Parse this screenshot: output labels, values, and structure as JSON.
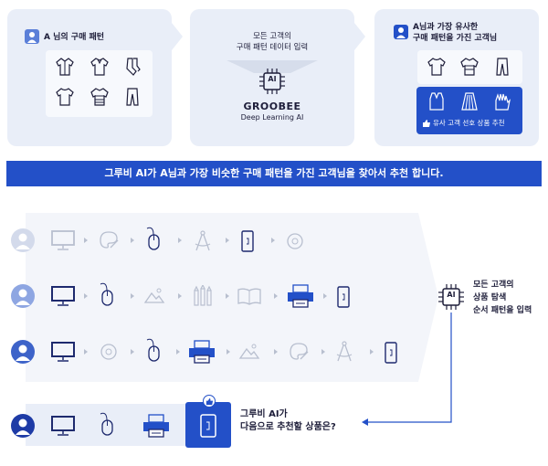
{
  "panel1": {
    "title": "A 님의 구매 패턴"
  },
  "panel2": {
    "line1": "모든 고객의",
    "line2": "구매 패턴 데이터 입력",
    "brand": "GROOBEE",
    "brand_sub": "Deep Learning AI",
    "chip_label": "AI"
  },
  "panel3": {
    "line1": "A님과 가장 유사한",
    "line2": "구매 패턴을 가진 고객님",
    "recommend_label": "유사 고객 선호 상품 추천"
  },
  "banner": {
    "text": "그루비 AI가 A님과 가장 비슷한 구매 패턴을 가진 고객님을 찾아서 추천 합니다."
  },
  "right": {
    "line1": "모든 고객의",
    "line2": "상품 탐색",
    "line3": "순서 패턴을 입력",
    "chip_label": "AI"
  },
  "bottom": {
    "line1": "그루비 AI가",
    "line2": "다음으로 추천할 상품은?"
  },
  "colors": {
    "navy": "#1e2a6e",
    "blue": "#2350c8",
    "panel": "#e9eef8",
    "faded": "#b8bfcf"
  }
}
